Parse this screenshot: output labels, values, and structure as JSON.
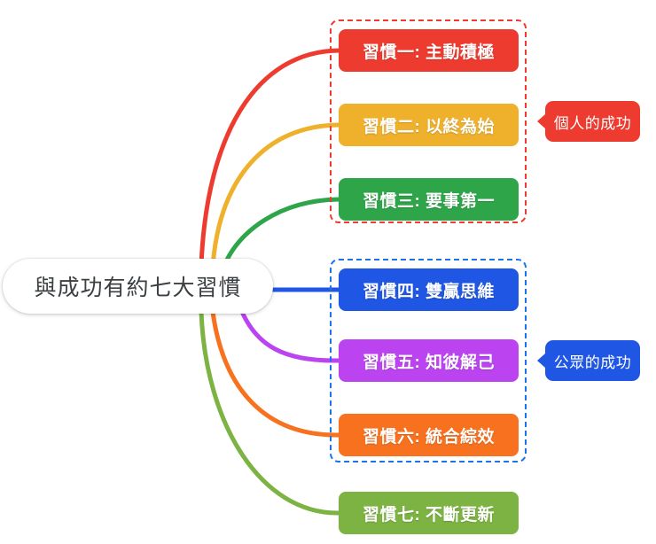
{
  "diagram": {
    "title": "與成功有約七大習慣",
    "root": {
      "label": "與成功有約七大習慣"
    },
    "habits": [
      {
        "id": "habit-1",
        "label": "習慣一: 主動積極",
        "color": "#ee3b2f"
      },
      {
        "id": "habit-2",
        "label": "習慣二: 以終為始",
        "color": "#efb02c"
      },
      {
        "id": "habit-3",
        "label": "習慣三: 要事第一",
        "color": "#2fa54a"
      },
      {
        "id": "habit-4",
        "label": "習慣四: 雙贏思維",
        "color": "#1f56e3"
      },
      {
        "id": "habit-5",
        "label": "習慣五: 知彼解己",
        "color": "#bb44f0"
      },
      {
        "id": "habit-6",
        "label": "習慣六: 統合綜效",
        "color": "#f7711f"
      },
      {
        "id": "habit-7",
        "label": "習慣七: 不斷更新",
        "color": "#7cb342"
      }
    ],
    "groups": [
      {
        "id": "group-personal",
        "callout_label": "個人的成功",
        "border_color": "#ee3b2f",
        "members": [
          "習慣一: 主動積極",
          "習慣二: 以終為始",
          "習慣三: 要事第一"
        ]
      },
      {
        "id": "group-public",
        "callout_label": "公眾的成功",
        "border_color": "#1f56e3",
        "members": [
          "習慣四: 雙贏思維",
          "習慣五: 知彼解己",
          "習慣六: 統合綜效"
        ]
      }
    ],
    "connector_colors": {
      "habit_1": "#ee3b2f",
      "habit_2": "#efb02c",
      "habit_3": "#2fa54a",
      "habit_4": "#1f56e3",
      "habit_5": "#bb44f0",
      "habit_6": "#f7711f",
      "habit_7": "#7cb342"
    }
  }
}
